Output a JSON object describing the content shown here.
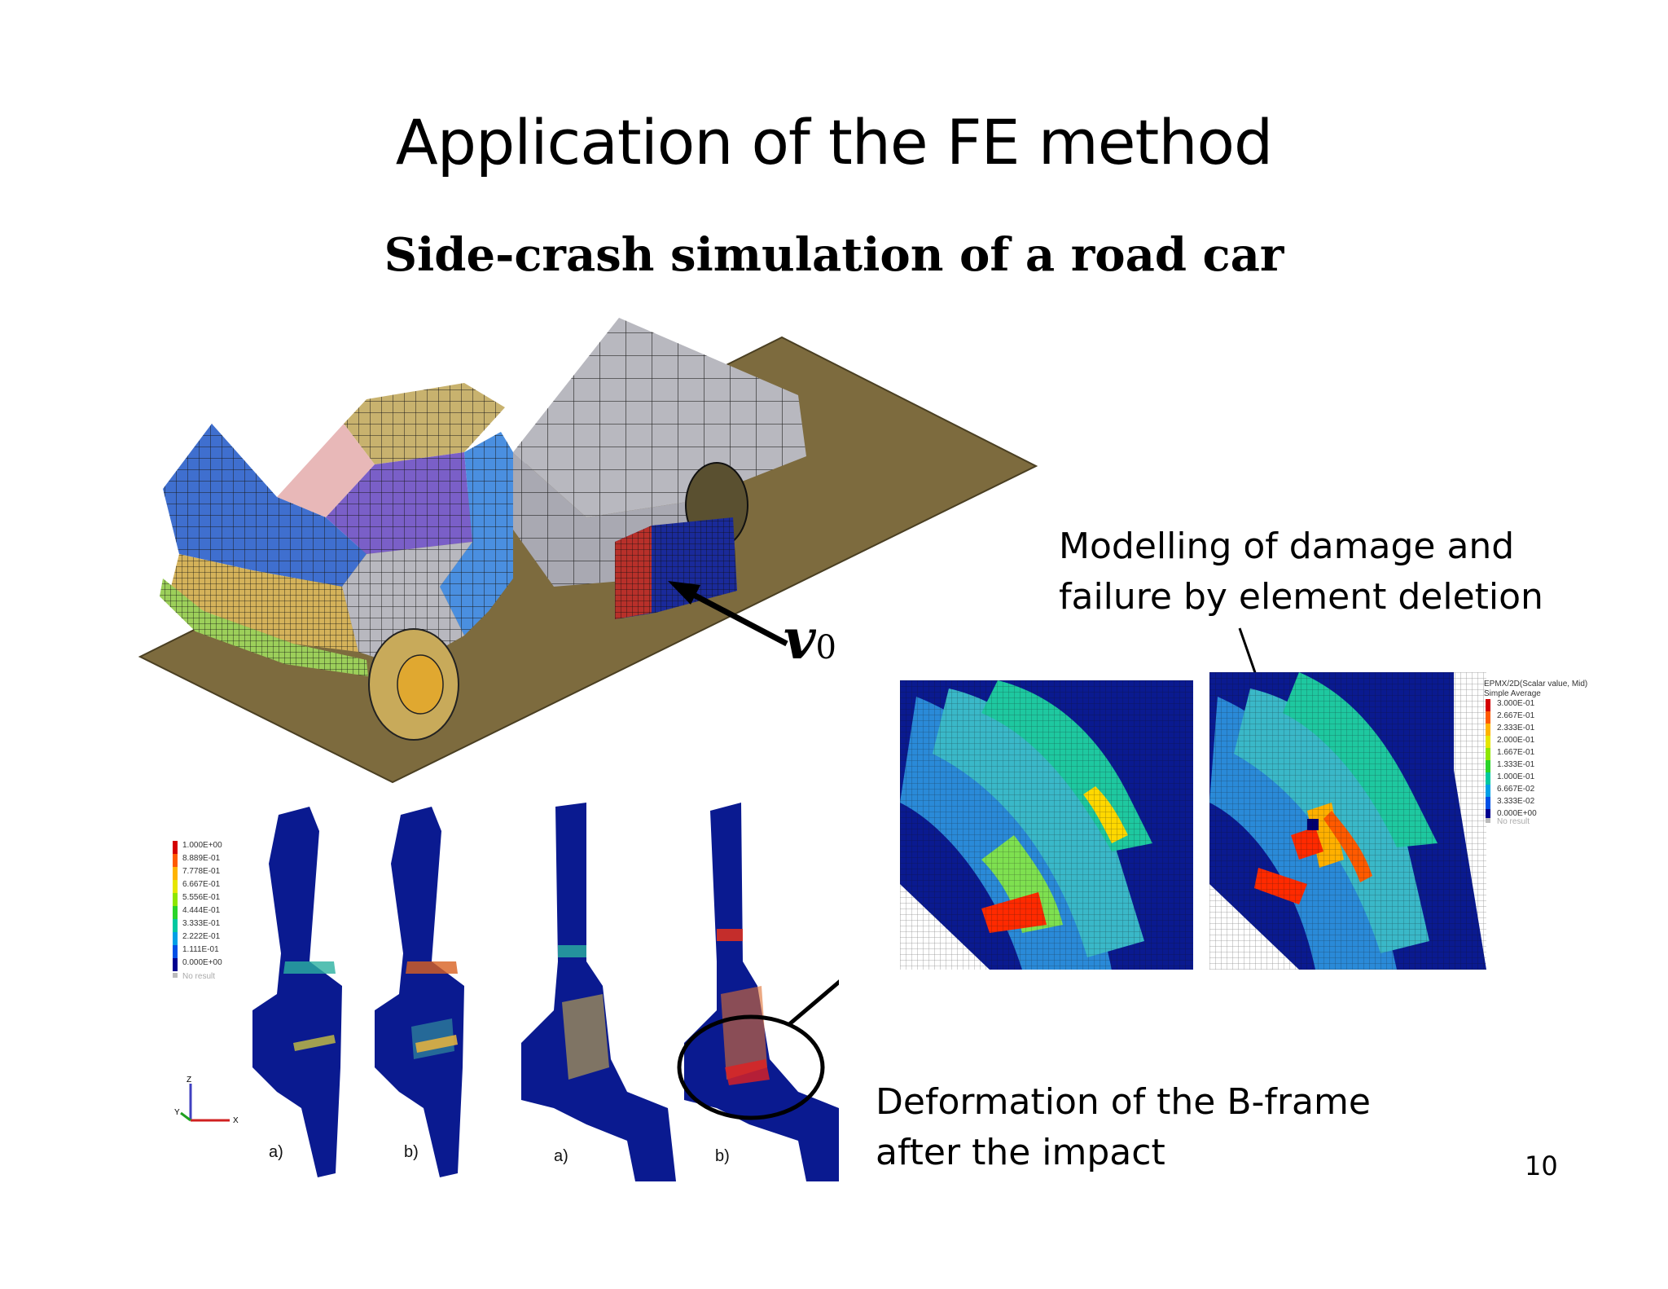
{
  "slide": {
    "title": "Application of the FE method",
    "subtitle": "Side-crash simulation of a road car",
    "velocity_symbol": "v",
    "velocity_subscript": "0",
    "caption_damage": [
      "Modelling of damage and",
      "failure by element deletion"
    ],
    "caption_deformation": [
      "Deformation of the B-frame",
      "after the impact"
    ],
    "page_number": "10"
  },
  "legend_left": {
    "values": [
      "1.000E+00",
      "8.889E-01",
      "7.778E-01",
      "6.667E-01",
      "5.556E-01",
      "4.444E-01",
      "3.333E-01",
      "2.222E-01",
      "1.111E-01",
      "0.000E+00"
    ],
    "no_result": "No result",
    "colors": [
      "#d40000",
      "#ff5a00",
      "#ffb400",
      "#e6e600",
      "#8fe600",
      "#2ad42a",
      "#00c8a0",
      "#00a0e6",
      "#0050e6",
      "#000090"
    ]
  },
  "legend_right": {
    "header": [
      "EPMX/2D(Scalar value, Mid)",
      "Simple Average"
    ],
    "values": [
      "3.000E-01",
      "2.667E-01",
      "2.333E-01",
      "2.000E-01",
      "1.667E-01",
      "1.333E-01",
      "1.000E-01",
      "6.667E-02",
      "3.333E-02",
      "0.000E+00"
    ],
    "no_result": "No result"
  },
  "bframe_panels": {
    "labels": [
      "a)",
      "b)",
      "a)",
      "b)"
    ]
  },
  "axis_triad": {
    "z": "Z",
    "y": "Y",
    "x": "X"
  },
  "colors": {
    "ground": "#7d6b3e",
    "car_blue": "#3f6fcf",
    "car_gray": "#b8b8bf",
    "roof_tan": "#c8b26e",
    "deep_blue": "#0a1a90",
    "barrier_red": "#b8302a"
  }
}
